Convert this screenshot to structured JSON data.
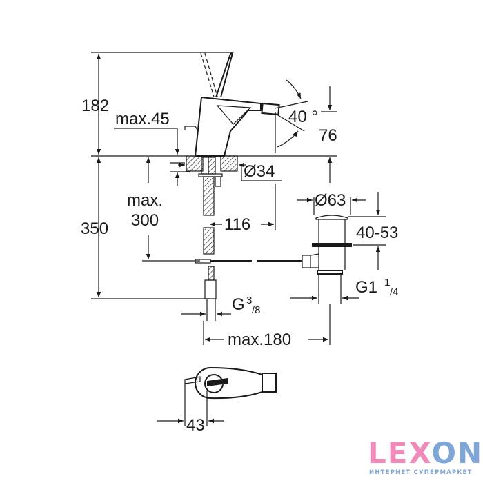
{
  "dimensions": {
    "height_top": "182",
    "max_45": "max.45",
    "angle": "40 °",
    "spout_height": "76",
    "diameter_34": "Ø34",
    "max_label": "max.",
    "max_300": "300",
    "height_bottom": "350",
    "spout_reach": "116",
    "diameter_63": "Ø63",
    "drain_range": "40-53",
    "thread_drain_main": "G1",
    "thread_drain_sup": "1",
    "thread_drain_sub": "/4",
    "thread_hose_main": "G",
    "thread_hose_sup": "3",
    "thread_hose_sub": "/8",
    "max_180": "max.180",
    "lever_offset": "43"
  },
  "logo": {
    "text": "LEXON",
    "tagline": "ИНТЕРНЕТ СУПЕРМАРКЕТ",
    "pink": "#f08ab8",
    "blue": "#7fa6d8"
  }
}
